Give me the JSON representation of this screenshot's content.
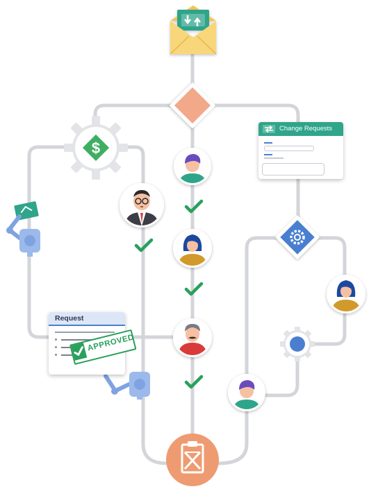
{
  "cards": {
    "change_requests": {
      "title": "Change Requests"
    },
    "request": {
      "title": "Request",
      "stamp": "APPROVED"
    }
  },
  "colors": {
    "connector": "#d3d5d9",
    "approval_green": "#29a05b",
    "teal": "#2fa58a",
    "diamond_orange": "#f2a98a",
    "end_node_orange": "#ef9b72",
    "gear_blue": "#4a7fd0",
    "robot_blue": "#9bb9ea",
    "envelope_yellow": "#f8d67a"
  },
  "icons": [
    "envelope-icon",
    "decision-diamond-icon",
    "dollar-gear-icon",
    "settings-diamond-icon",
    "gear-icon",
    "robot-arm-icon",
    "checkmark-icon",
    "avatar-icon",
    "clipboard-end-icon"
  ]
}
